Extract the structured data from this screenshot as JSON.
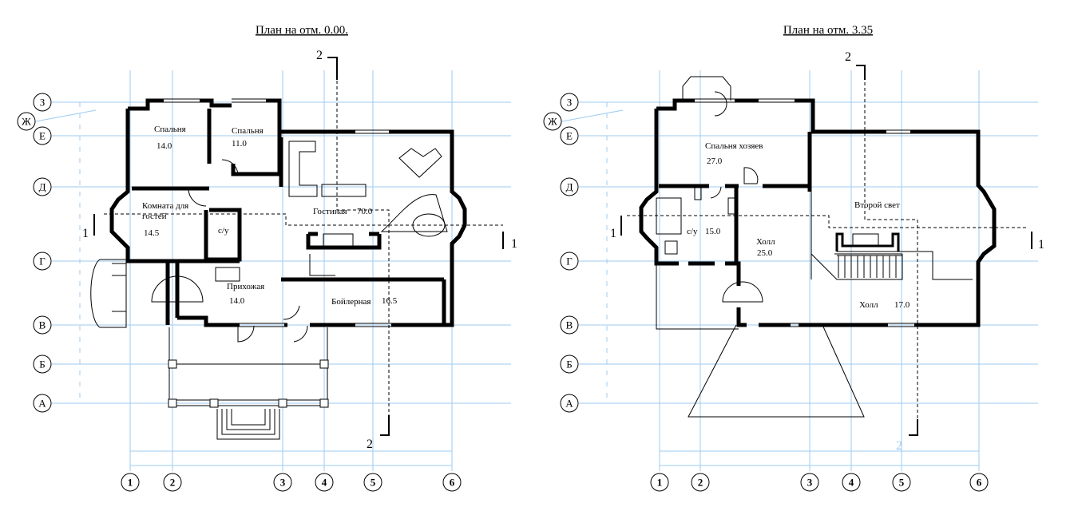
{
  "plans": [
    {
      "title": "План  на отм. 0.00.",
      "rooms": [
        {
          "name": "Спальня",
          "area": "14.0"
        },
        {
          "name": "Спальня",
          "area": "11.0"
        },
        {
          "name": "Комната для",
          "name2": "гостей",
          "area": "14.5"
        },
        {
          "name": "с/у"
        },
        {
          "name": "Гостиная",
          "area": "70.0"
        },
        {
          "name": "Прихожая",
          "area": "14.0"
        },
        {
          "name": "Бойлерная",
          "area": "16.5"
        }
      ],
      "section_marks": [
        "2",
        "2",
        "1",
        "1"
      ]
    },
    {
      "title": "План на отм. 3.35",
      "rooms": [
        {
          "name": "Спальня хозяев",
          "area": "27.0"
        },
        {
          "name": "с/у",
          "area": "15.0"
        },
        {
          "name": "Холл",
          "area": "25.0"
        },
        {
          "name": "Второй свет"
        },
        {
          "name": "Холл",
          "area": "17.0"
        }
      ],
      "section_marks": [
        "2",
        "2",
        "1",
        "1"
      ]
    }
  ],
  "grid_rows": [
    "З",
    "Ж",
    "Е",
    "Д",
    "Г",
    "В",
    "Б",
    "А"
  ],
  "grid_cols": [
    "1",
    "2",
    "3",
    "4",
    "5",
    "6"
  ],
  "colors": {
    "grid": "#9ccbf2",
    "wall": "#000000"
  }
}
